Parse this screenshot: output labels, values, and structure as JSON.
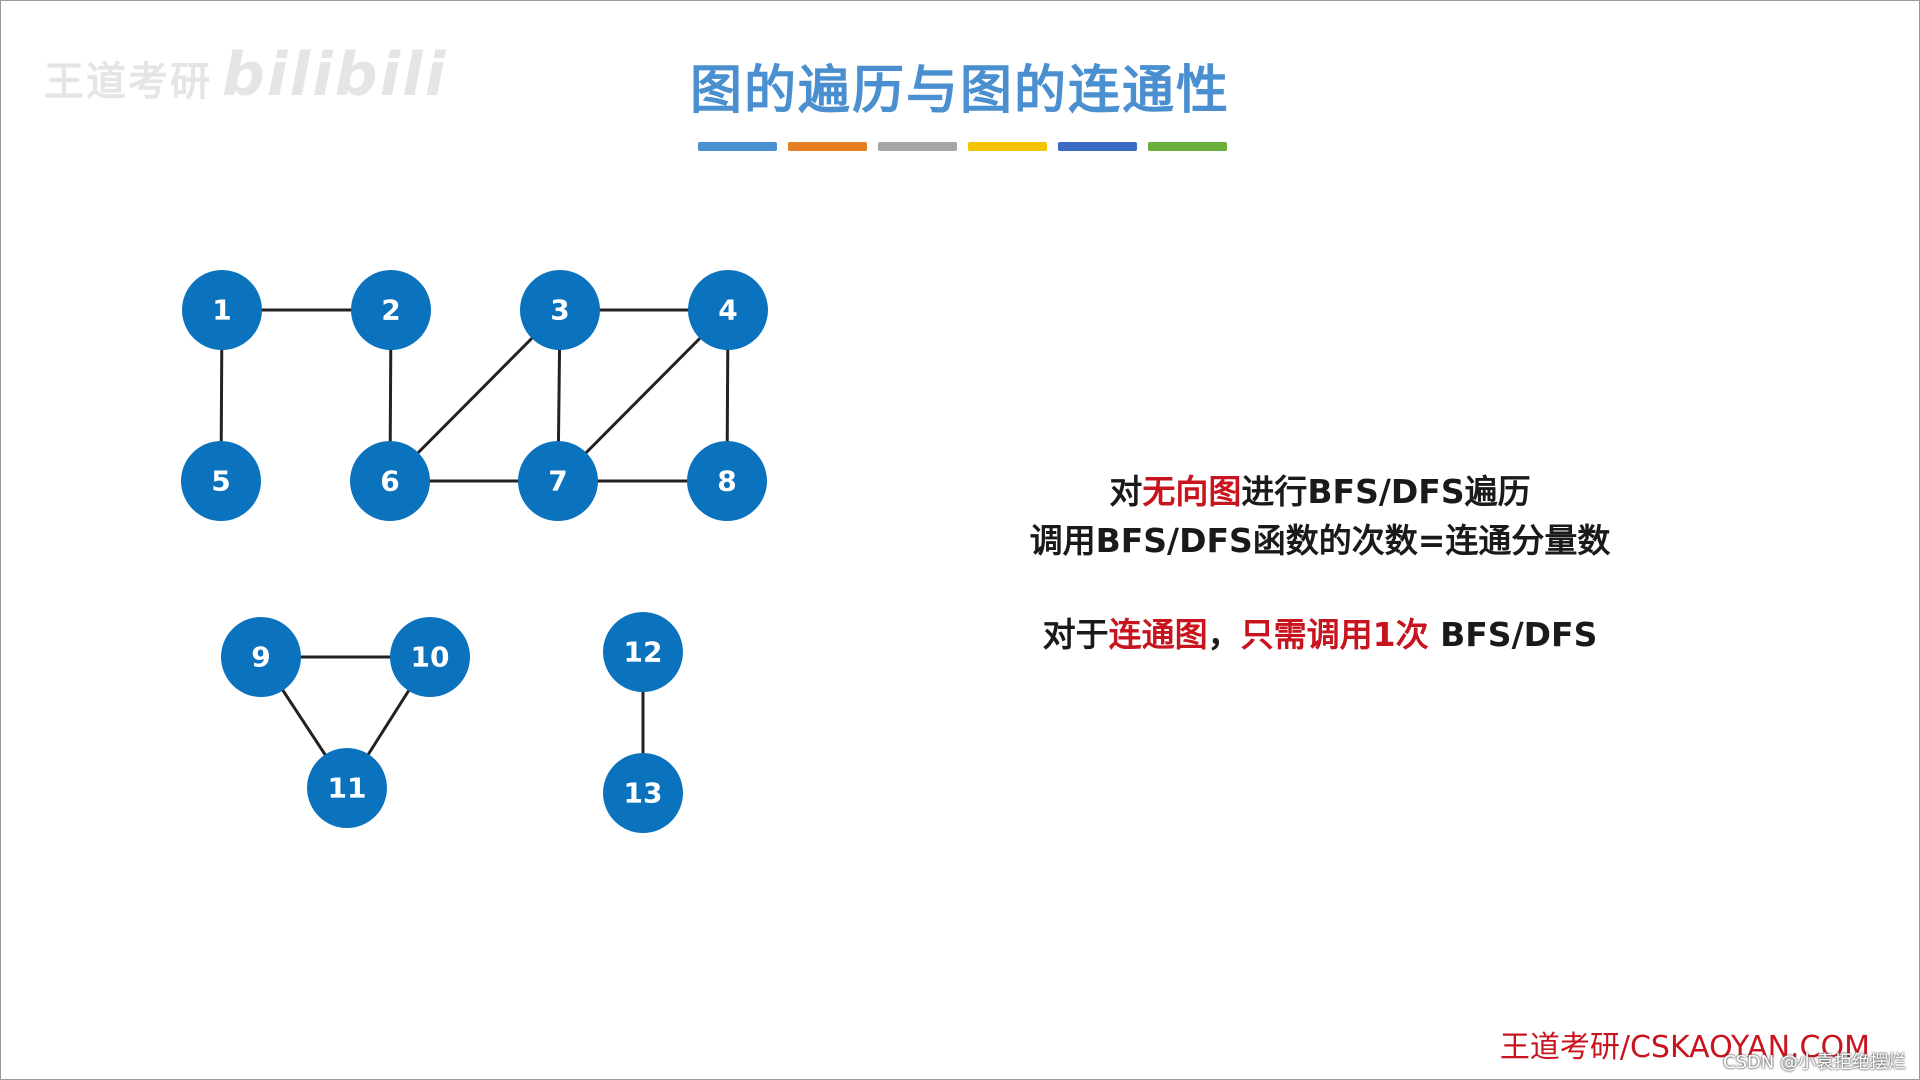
{
  "title": "图的遍历与图的连通性",
  "watermark": {
    "text": "王道考研",
    "logo": "bilibili"
  },
  "color_bar": [
    "#4a90d0",
    "#e67e22",
    "#a6a6a6",
    "#f5c400",
    "#3b6cc4",
    "#6cae3c"
  ],
  "graph": {
    "nodes": [
      {
        "id": "1",
        "label": "1"
      },
      {
        "id": "2",
        "label": "2"
      },
      {
        "id": "3",
        "label": "3"
      },
      {
        "id": "4",
        "label": "4"
      },
      {
        "id": "5",
        "label": "5"
      },
      {
        "id": "6",
        "label": "6"
      },
      {
        "id": "7",
        "label": "7"
      },
      {
        "id": "8",
        "label": "8"
      },
      {
        "id": "9",
        "label": "9"
      },
      {
        "id": "10",
        "label": "10"
      },
      {
        "id": "11",
        "label": "11"
      },
      {
        "id": "12",
        "label": "12"
      },
      {
        "id": "13",
        "label": "13"
      }
    ],
    "edges": [
      [
        "1",
        "2"
      ],
      [
        "1",
        "5"
      ],
      [
        "2",
        "6"
      ],
      [
        "3",
        "4"
      ],
      [
        "3",
        "6"
      ],
      [
        "3",
        "7"
      ],
      [
        "4",
        "7"
      ],
      [
        "4",
        "8"
      ],
      [
        "6",
        "7"
      ],
      [
        "7",
        "8"
      ],
      [
        "9",
        "10"
      ],
      [
        "9",
        "11"
      ],
      [
        "10",
        "11"
      ],
      [
        "12",
        "13"
      ]
    ],
    "node_color": "#0b72bd"
  },
  "text": {
    "line1": {
      "p1": "对",
      "p2": "无向图",
      "p3": "进行BFS/DFS遍历"
    },
    "line2": "调用BFS/DFS函数的次数=连通分量数",
    "line3": {
      "p1": "对于",
      "p2": "连通图",
      "p3": "，",
      "p4": "只需调用1次",
      "p5": " BFS/DFS"
    }
  },
  "footer": "王道考研/CSKAOYAN.COM",
  "csdn": "CSDN @小袁拒绝摆烂"
}
